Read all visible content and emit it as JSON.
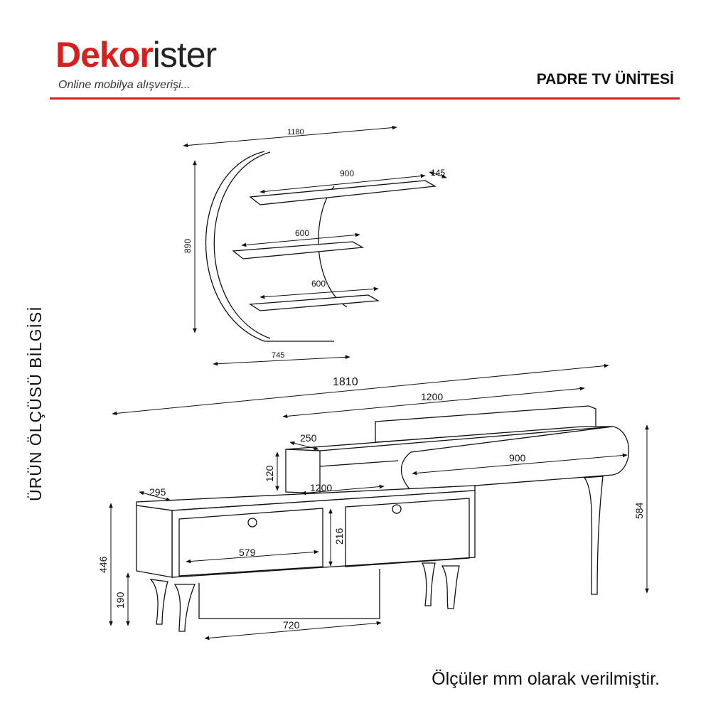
{
  "header": {
    "logo_part_red": "Dekor",
    "logo_part_dark": "ister",
    "tagline": "Online mobilya alışverişi...",
    "product_title": "PADRE TV ÜNİTESİ",
    "accent_color": "#d6201f"
  },
  "side_title": "ÜRÜN ÖLÇÜSÜ BİLGİSİ",
  "dimensions": {
    "wall_width": "1180",
    "wall_height": "890",
    "wall_bottom_width": "745",
    "shelf_top_length": "900",
    "shelf_top_depth": "145",
    "shelf_mid_length": "600",
    "shelf_low_length": "600",
    "unit_total_width": "1810",
    "unit_upper_width": "1200",
    "upper_depth": "250",
    "upper_height": "120",
    "lower_width": "1200",
    "drawer_width": "900",
    "lower_depth": "295",
    "lower_height": "446",
    "leg_height": "190",
    "compartment_width": "579",
    "compartment_height": "216",
    "base_width": "720",
    "side_height": "584"
  },
  "footnote": "Ölçüler mm olarak verilmiştir."
}
